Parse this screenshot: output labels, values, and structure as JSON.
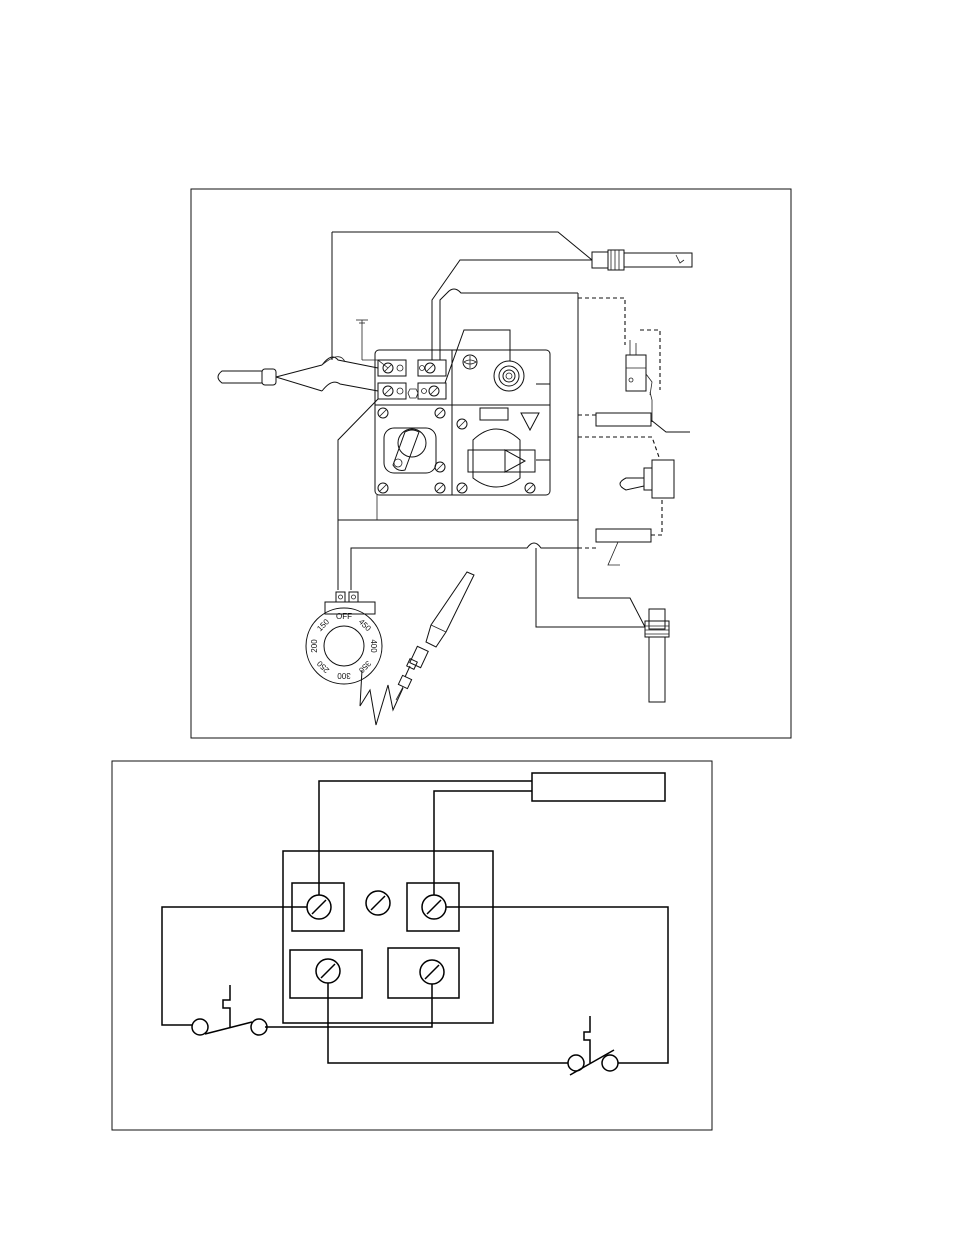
{
  "dial": {
    "labels": [
      "OFF",
      "450",
      "400",
      "350",
      "300",
      "250",
      "200",
      "150"
    ]
  },
  "colors": {
    "line": "#111111",
    "background": "#ffffff"
  }
}
